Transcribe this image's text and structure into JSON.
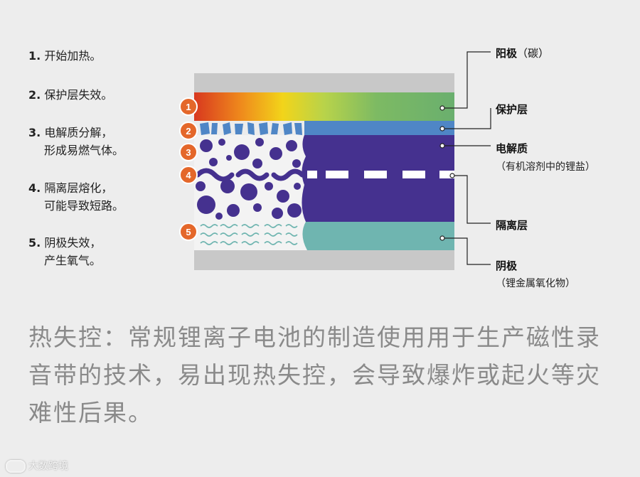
{
  "steps": [
    {
      "num": "1.",
      "line1": "开始加热。",
      "line2": ""
    },
    {
      "num": "2.",
      "line1": "保护层失效。",
      "line2": ""
    },
    {
      "num": "3.",
      "line1": "电解质分解，",
      "line2": "形成易燃气体。"
    },
    {
      "num": "4.",
      "line1": "隔离层熔化，",
      "line2": "可能导致短路。"
    },
    {
      "num": "5.",
      "line1": "阴极失效，",
      "line2": "产生氧气。"
    }
  ],
  "markers": [
    "1",
    "2",
    "3",
    "4",
    "5"
  ],
  "labels": {
    "anode": "阳极",
    "anode_sub": "（碳）",
    "protective": "保护层",
    "electrolyte": "电解质",
    "electrolyte_sub": "（有机溶剂中的锂盐）",
    "separator": "隔离层",
    "cathode": "阴极",
    "cathode_sub": "（锂金属氧化物）"
  },
  "caption": "热失控：常规锂离子电池的制造使用用于生产磁性录音带的技术，易出现热失控，会导致爆炸或起火等灾难性后果。",
  "watermark": "大数跨境",
  "colors": {
    "anode_green": "#6aaf6e",
    "protective_blue": "#4f86c6",
    "electrolyte_purple": "#45318f",
    "cathode_teal": "#6fb5b0",
    "marker_orange": "#e4672a",
    "casing_gray": "#c8c8c8"
  }
}
